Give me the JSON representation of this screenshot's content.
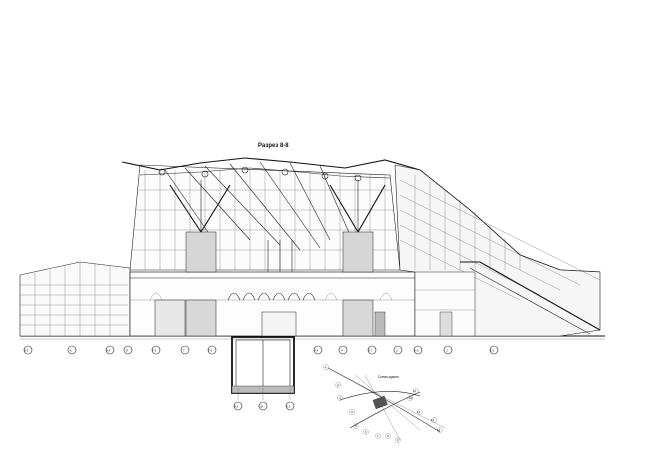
{
  "section": {
    "title": "Разрез 8-8"
  },
  "plan": {
    "title": "Схема здания"
  },
  "axes_bottom": [
    "8-3",
    "6",
    "8-5",
    "8",
    "7-3",
    "7",
    "7-6",
    "6-4",
    "4",
    "5-7",
    "2",
    "2-3",
    "2",
    "1-5"
  ],
  "axes_lower": [
    "8-2",
    "2h",
    "5-2"
  ],
  "plan_axes": [
    "1",
    "2",
    "3",
    "4",
    "5",
    "6",
    "7",
    "8",
    "9",
    "10",
    "11",
    "12",
    "13",
    "14"
  ],
  "colors": {
    "line": "#222222",
    "background": "#ffffff"
  }
}
